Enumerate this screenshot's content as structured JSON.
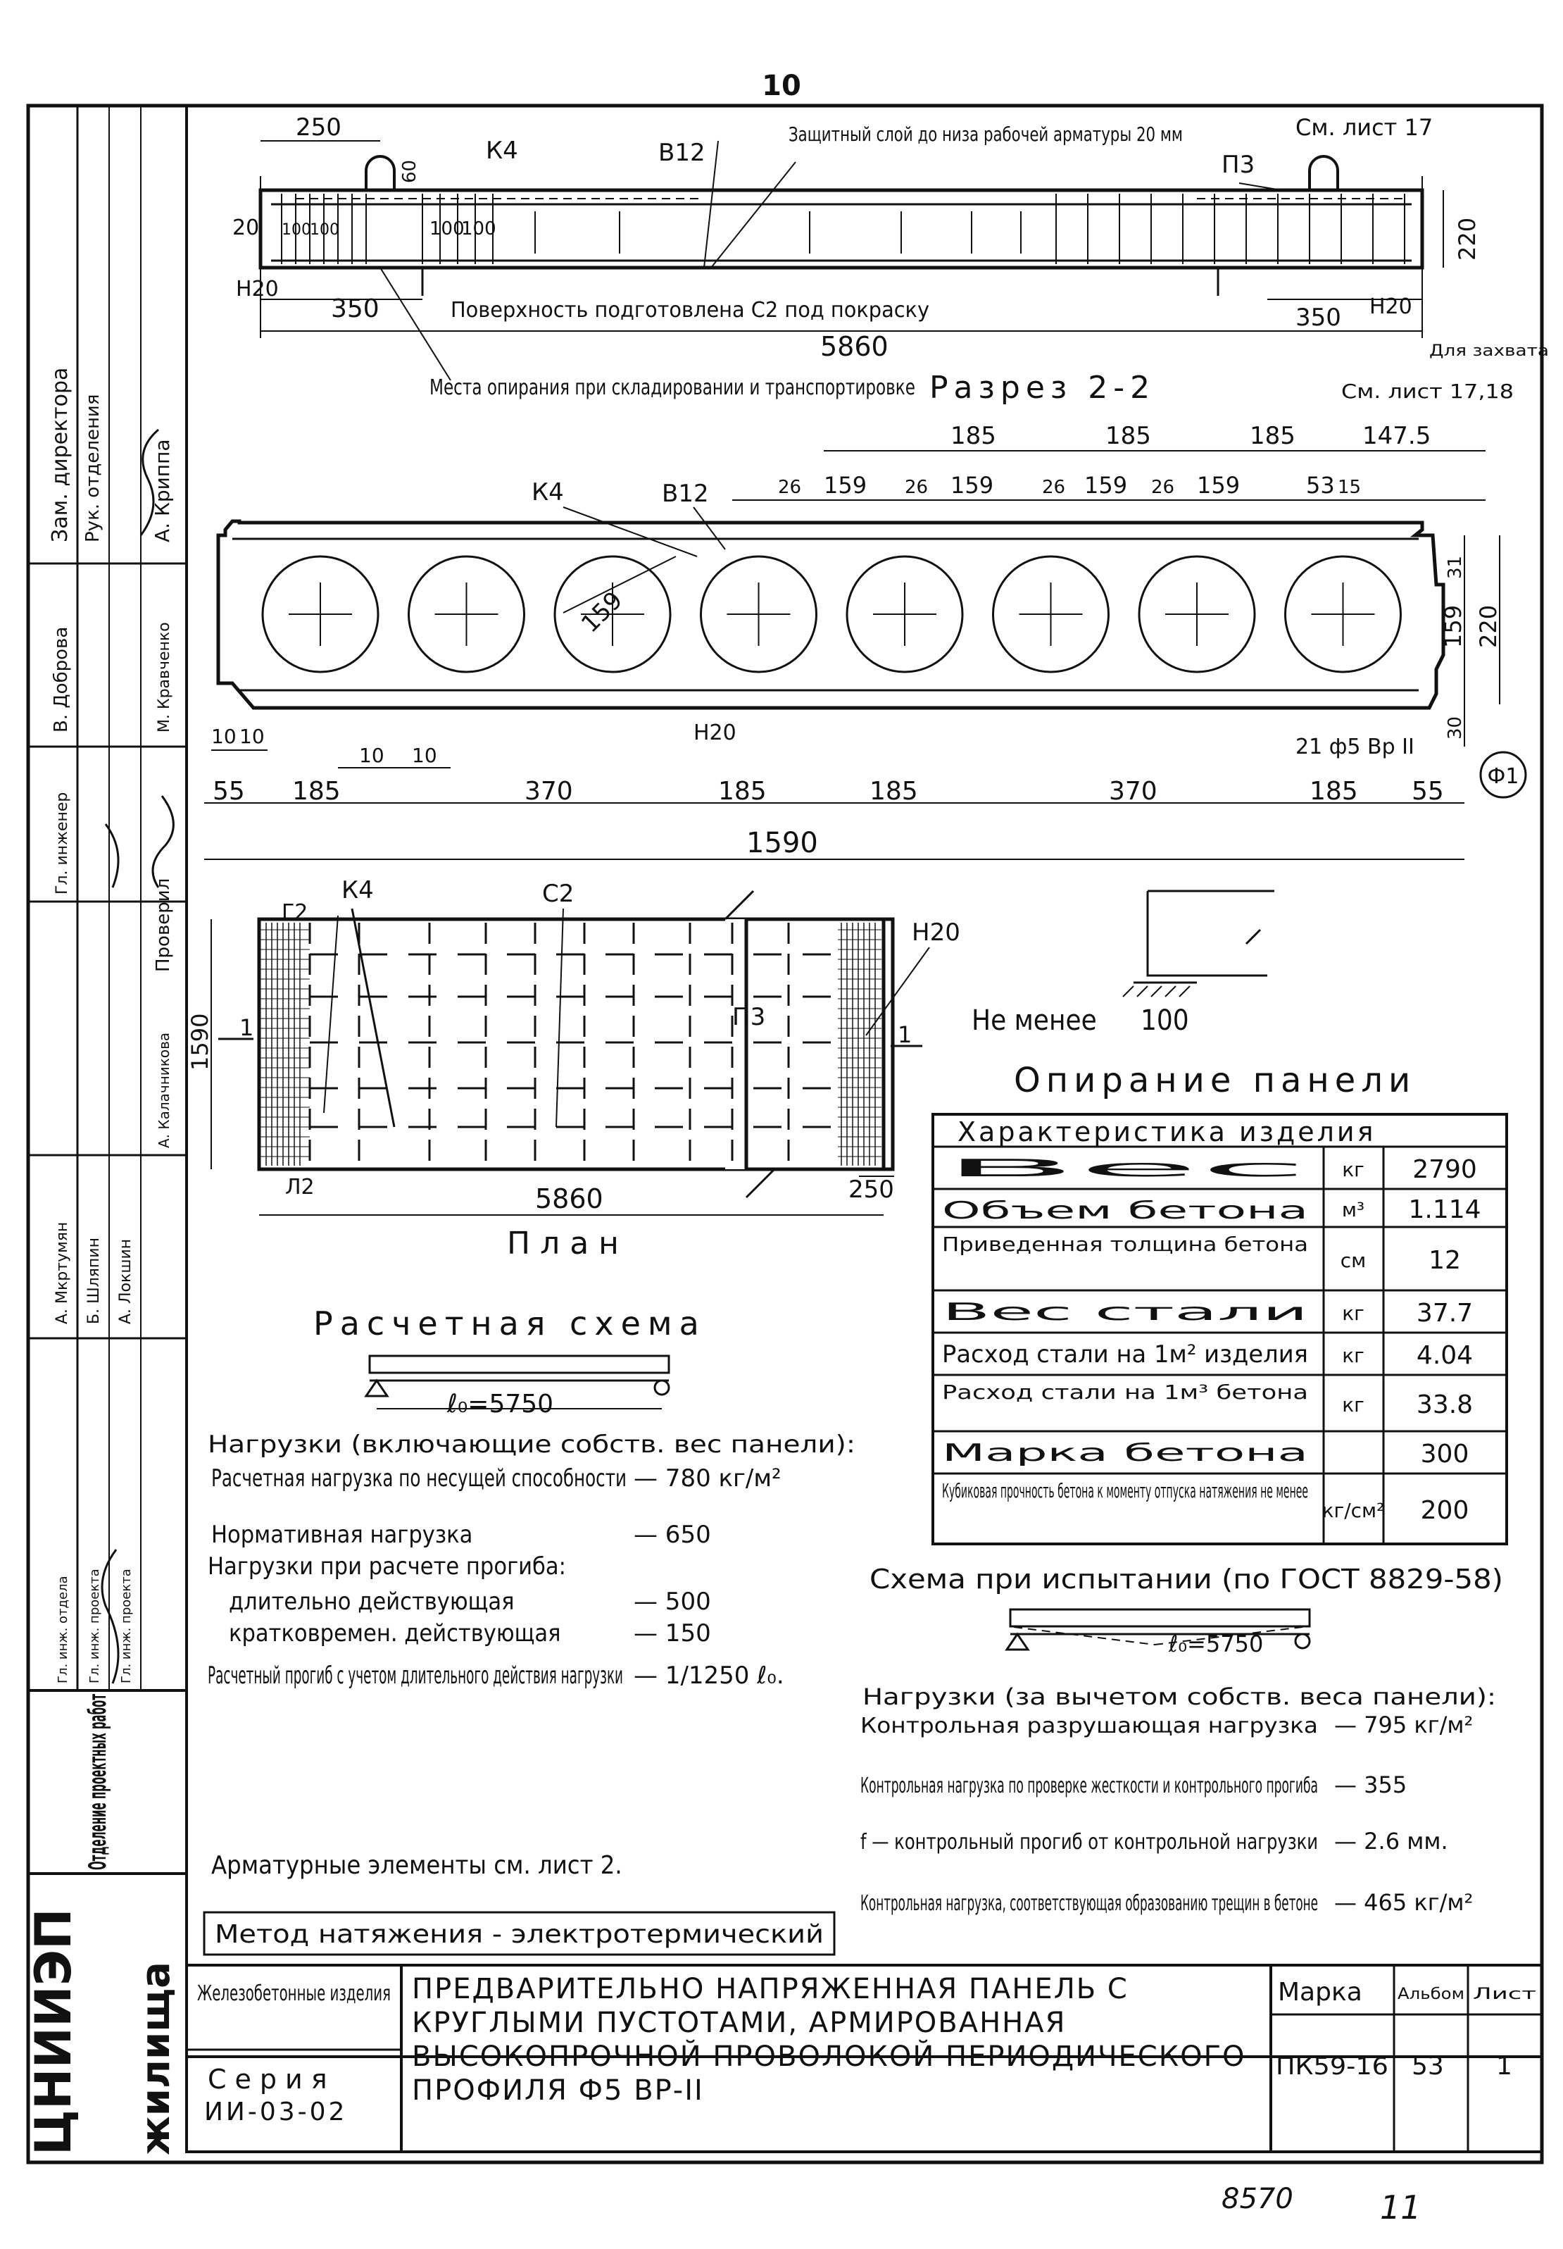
{
  "page_number": "10",
  "footer": {
    "number_1": "8570",
    "number_2": "11"
  },
  "side_stamp": {
    "rows": [
      {
        "role": "Зам. директора",
        "name": "А. Криппа"
      },
      {
        "role": "Рук. отделения",
        "name": "М. Кравченко"
      },
      {
        "role": "Гл. инженер",
        "name": "В. Доброва"
      },
      {
        "role": "Проверил",
        "name": "А. Калачникова"
      },
      {
        "role": "Гл. инж. отдела",
        "name": "А. Мкртумян"
      },
      {
        "role": "Гл. инж. проекта",
        "name": "Б. Шляпин"
      },
      {
        "role": "Гл. инж. проекта",
        "name": "А. Локшин"
      }
    ],
    "org_dept": "Отделение проектных работ",
    "org_top": "ЦНИИЭП",
    "org_bottom": "жилища"
  },
  "section_1_1": {
    "title": "Разрез 1-1",
    "dims": [
      "250",
      "60",
      "20",
      "100",
      "100",
      "100",
      "100",
      "350",
      "5860",
      "350",
      "220"
    ],
    "labels": {
      "k4": "К4",
      "v12": "В12",
      "p3": "П3",
      "h20_left": "Н20",
      "h20_right": "Н20",
      "protective_layer": "Защитный слой до низа рабочей арматуры 20 мм",
      "see_sheet_17": "См. лист 17",
      "surface": "Поверхность подготовлена С2 под покраску",
      "support_places": "Места опирания при складировании и транспортировке",
      "for_grip": "Для захвата",
      "see_sheet_17_18": "См. лист 17,18"
    }
  },
  "section_2_2": {
    "title": "Разрез 2-2",
    "hollow_diameter": "159",
    "dims_top": [
      "185",
      "185",
      "185",
      "147.5"
    ],
    "dims_top_detail": [
      "26",
      "159",
      "26",
      "159",
      "26",
      "159",
      "26",
      "159",
      "53",
      "15"
    ],
    "dims_right": [
      "31",
      "159",
      "220",
      "30"
    ],
    "dims_bottom_small": [
      "10",
      "10",
      "10",
      "10"
    ],
    "dims_bottom": [
      "55",
      "185",
      "370",
      "185",
      "185",
      "370",
      "185",
      "55"
    ],
    "total_width": "1590",
    "labels": {
      "k4": "К4",
      "v12": "В12",
      "h20": "Н20",
      "rebar": "21 ф5 Вр II",
      "detail": "Ф1"
    }
  },
  "plan": {
    "title": "План",
    "width": "1590",
    "length": "5860",
    "end_offset": "250",
    "labels": {
      "g2": "Г2",
      "k4": "К4",
      "s2": "С2",
      "h20": "Н20",
      "p3": "П3",
      "l2": "Л2",
      "cut_1": "1",
      "cut_1b": "1"
    }
  },
  "support": {
    "min_label": "Не менее",
    "min_value": "100",
    "title": "Опирание панели"
  },
  "characteristics": {
    "title": "Характеристика изделия",
    "rows": [
      {
        "name": "Вес",
        "unit": "кг",
        "value": "2790"
      },
      {
        "name": "Объем бетона",
        "unit": "м³",
        "value": "1.114"
      },
      {
        "name": "Приведенная толщина бетона",
        "unit": "см",
        "value": "12"
      },
      {
        "name": "Вес стали",
        "unit": "кг",
        "value": "37.7"
      },
      {
        "name": "Расход стали на 1м² изделия",
        "unit": "кг",
        "value": "4.04"
      },
      {
        "name": "Расход стали на 1м³ бетона",
        "unit": "кг",
        "value": "33.8"
      },
      {
        "name": "Марка бетона",
        "unit": "",
        "value": "300"
      },
      {
        "name": "Кубиковая прочность бетона к моменту отпуска натяжения не менее",
        "unit": "кг/см²",
        "value": "200"
      }
    ]
  },
  "calc_scheme": {
    "title": "Расчетная схема",
    "span": "ℓ₀=5750",
    "loads_title": "Нагрузки (включающие собств. вес панели):",
    "lines": [
      {
        "label": "Расчетная нагрузка по несущей способности",
        "value": "— 780 кг/м²"
      },
      {
        "label": "Нормативная нагрузка",
        "value": "— 650"
      },
      {
        "label": "Нагрузки при расчете прогиба:",
        "value": ""
      },
      {
        "label": "длительно действующая",
        "value": "— 500"
      },
      {
        "label": "кратковремен. действующая",
        "value": "— 150"
      },
      {
        "label": "Расчетный прогиб с учетом длительного действия нагрузки",
        "value": "— 1/1250 ℓ₀."
      }
    ]
  },
  "test_scheme": {
    "title": "Схема при испытании (по ГОСТ 8829-58)",
    "span": "ℓ₀=5750",
    "loads_title": "Нагрузки (за вычетом собств. веса панели):",
    "lines": [
      {
        "label": "Контрольная разрушающая нагрузка",
        "value": "— 795 кг/м²"
      },
      {
        "label": "Контрольная нагрузка по проверке жесткости и контрольного прогиба",
        "value": "— 355"
      },
      {
        "label": "f — контрольный прогиб от контрольной нагрузки",
        "value": "— 2.6 мм."
      },
      {
        "label": "Контрольная нагрузка, соответствующая образованию трещин в бетоне",
        "value": "— 465 кг/м²"
      }
    ]
  },
  "reinforcement_note": "Арматурные элементы см. лист 2.",
  "tension_method": "Метод натяжения - электротермический",
  "title_block": {
    "category": "Железобетонные изделия",
    "series_label": "Серия",
    "series_value": "ИИ-03-02",
    "description": "Предварительно напряженная панель с круглыми пустотами, армированная высокопрочной проволокой периодического профиля ф5 Вр-II",
    "mark_label": "Марка",
    "album_label": "Альбом",
    "sheet_label": "Лист",
    "mark_value": "ПК59-16",
    "album_value": "53",
    "sheet_value": "1"
  }
}
